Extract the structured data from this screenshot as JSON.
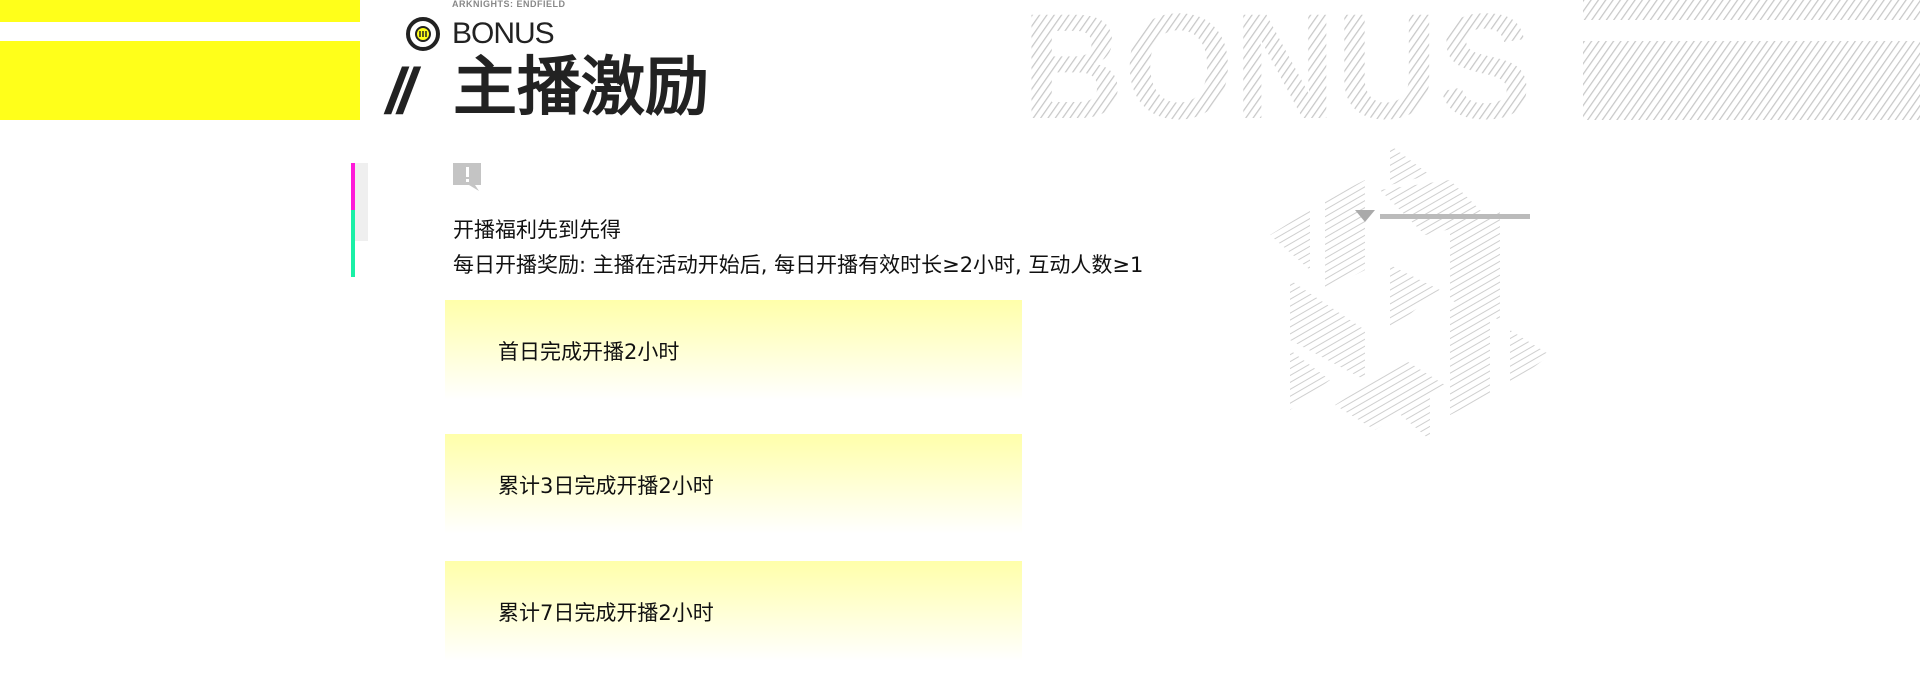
{
  "header": {
    "brand": "ARKNIGHTS: ENDFIELD",
    "bonus_label": "BONUS",
    "slashes": "//",
    "title": "主播激励",
    "background_word": "BONUS",
    "circle_icon_glyph": "III"
  },
  "notice": {
    "icon": "alert-icon",
    "line1": "开播福利先到先得",
    "line2": "每日开播奖励: 主播在活动开始后, 每日开播有效时长≥2小时, 互动人数≥1"
  },
  "rewards": [
    {
      "label": "首日完成开播2小时"
    },
    {
      "label": "累计3日完成开播2小时"
    },
    {
      "label": "累计7日完成开播2小时"
    }
  ],
  "colors": {
    "accent_yellow": "#ffff1a",
    "accent_magenta": "#ff1ad9",
    "accent_green": "#1af0a6",
    "card_yellow": "#ffffaa"
  }
}
